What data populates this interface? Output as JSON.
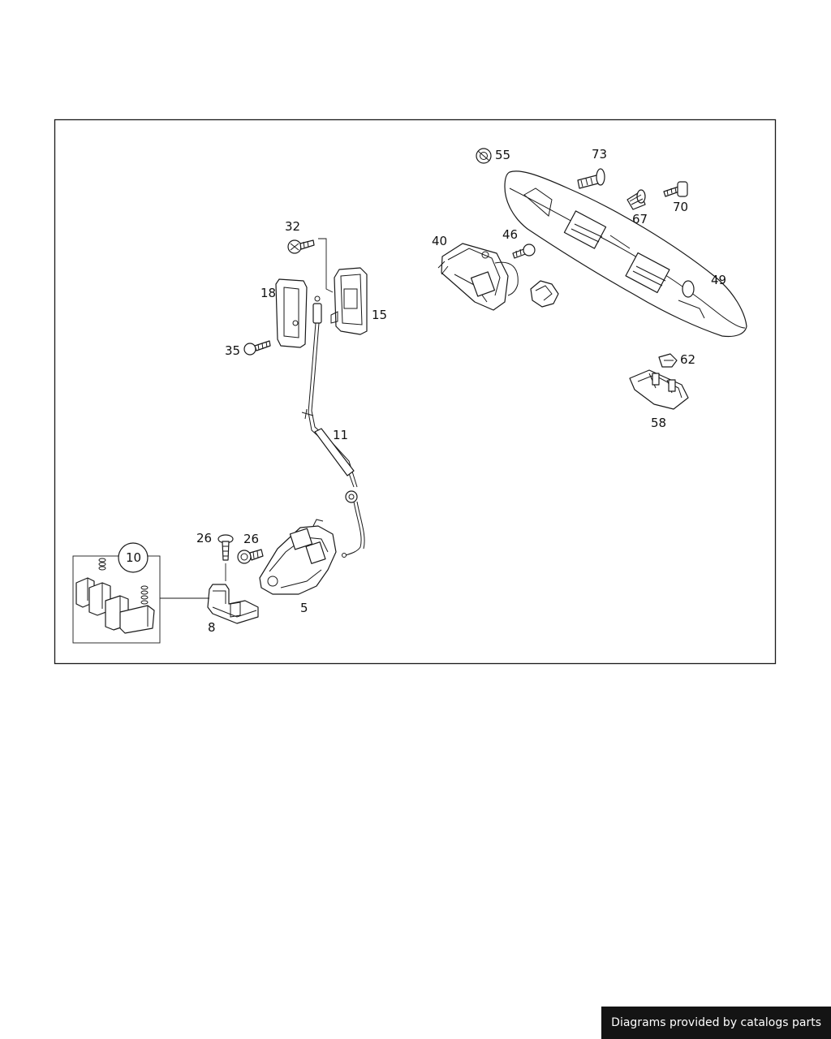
{
  "diagram": {
    "callouts": {
      "c55": "55",
      "c73": "73",
      "c67": "67",
      "c70": "70",
      "c32": "32",
      "c40": "40",
      "c46": "46",
      "c49": "49",
      "c18": "18",
      "c15": "15",
      "c35": "35",
      "c62": "62",
      "c58": "58",
      "c11": "11",
      "c26a": "26",
      "c26b": "26",
      "c10": "10",
      "c5": "5",
      "c8": "8"
    }
  },
  "footer": {
    "credit": "Diagrams provided by catalogs parts"
  }
}
